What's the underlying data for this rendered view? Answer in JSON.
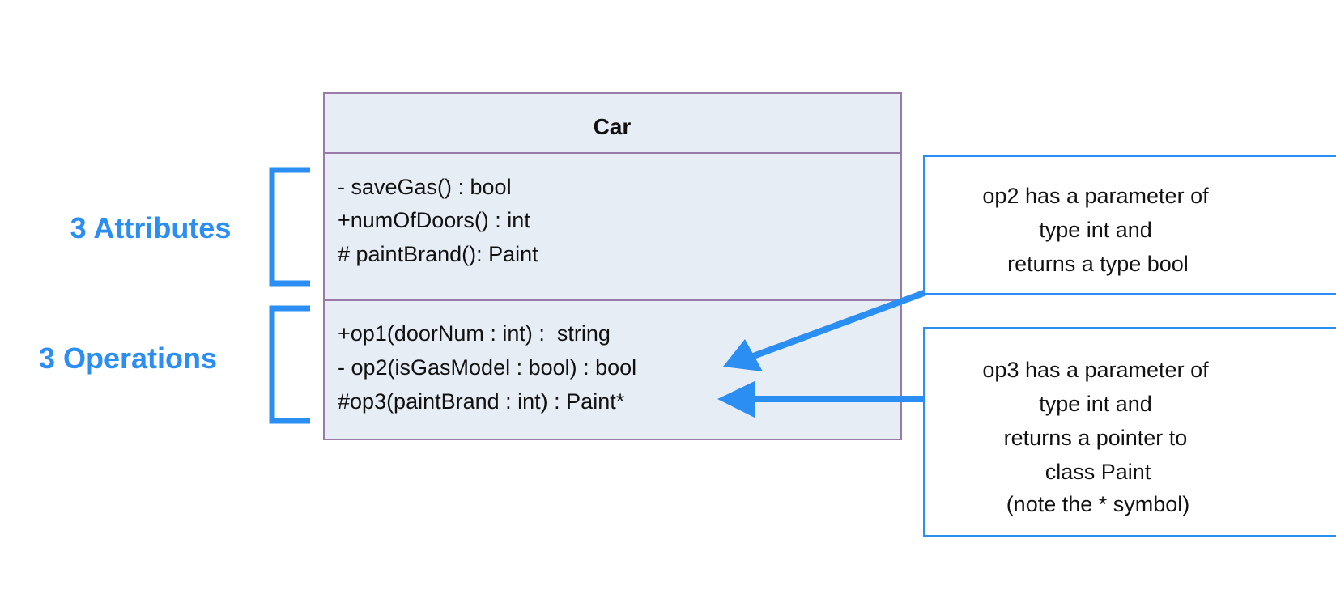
{
  "colors": {
    "accent": "#2b8ef2",
    "class_border": "#9a7aa8",
    "class_fill": "#e6edf5"
  },
  "class": {
    "name": "Car",
    "attributes": [
      "- saveGas() : bool",
      "+numOfDoors() : int",
      "# paintBrand(): Paint"
    ],
    "operations": [
      "+op1(doorNum : int) :  string",
      "- op2(isGasModel : bool) : bool",
      "#op3(paintBrand : int) : Paint*"
    ]
  },
  "labels": {
    "attributes": "3 Attributes",
    "operations": "3 Operations"
  },
  "notes": [
    {
      "lines": [
        "op2 has a parameter of",
        "type int and",
        "returns a type bool"
      ]
    },
    {
      "lines": [
        "op3 has a parameter of",
        "type int and",
        "returns a pointer to",
        "class Paint",
        "(note the * symbol)"
      ]
    }
  ]
}
